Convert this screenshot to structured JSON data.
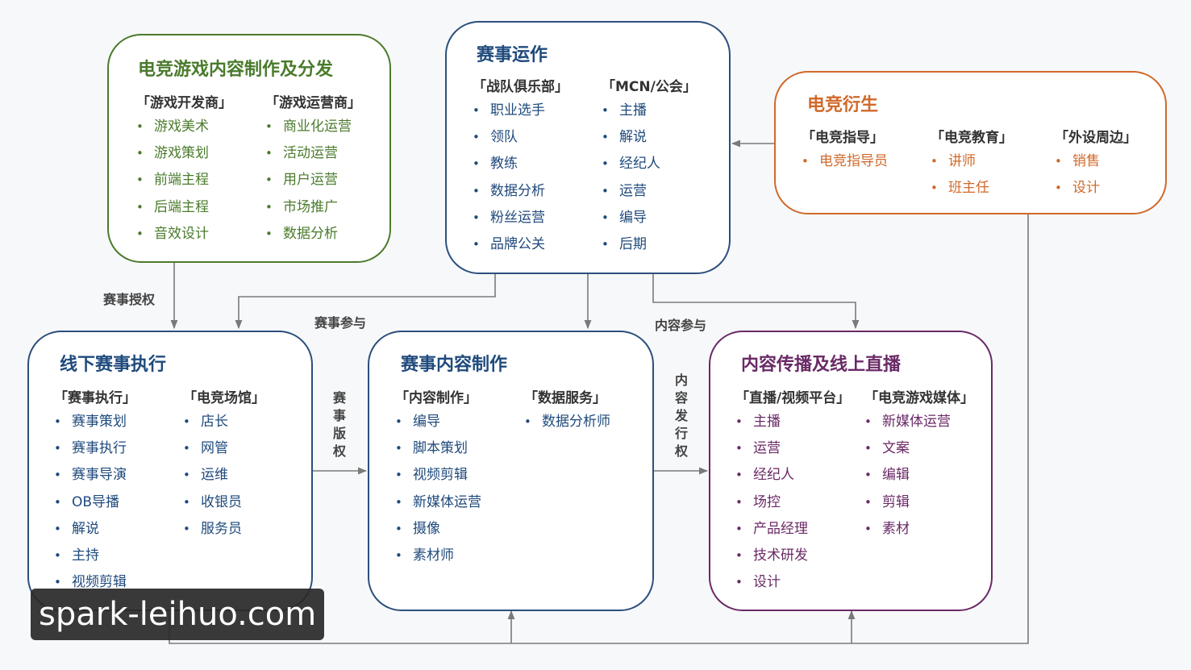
{
  "boxes": {
    "game": {
      "title": "电竞游戏内容制作及分发",
      "columns": [
        {
          "header": "「游戏开发商」",
          "items": [
            "游戏美术",
            "游戏策划",
            "前端主程",
            "后端主程",
            "音效设计"
          ]
        },
        {
          "header": "「游戏运营商」",
          "items": [
            "商业化运营",
            "活动运营",
            "用户运营",
            "市场推广",
            "数据分析"
          ]
        }
      ],
      "color": "#4a7b2c"
    },
    "ops": {
      "title": "赛事运作",
      "columns": [
        {
          "header": "「战队俱乐部」",
          "items": [
            "职业选手",
            "领队",
            "教练",
            "数据分析",
            "粉丝运营",
            "品牌公关"
          ]
        },
        {
          "header": "「MCN/公会」",
          "items": [
            "主播",
            "解说",
            "经纪人",
            "运营",
            "编导",
            "后期"
          ]
        }
      ],
      "color": "#1f4a7c"
    },
    "derivative": {
      "title": "电竞衍生",
      "columns": [
        {
          "header": "「电竞指导」",
          "items": [
            "电竞指导员"
          ]
        },
        {
          "header": "「电竞教育」",
          "items": [
            "讲师",
            "班主任"
          ]
        },
        {
          "header": "「外设周边」",
          "items": [
            "销售",
            "设计"
          ]
        }
      ],
      "color": "#d0692a"
    },
    "offline": {
      "title": "线下赛事执行",
      "columns": [
        {
          "header": "「赛事执行」",
          "items": [
            "赛事策划",
            "赛事执行",
            "赛事导演",
            "OB导播",
            "解说",
            "主持",
            "视频剪辑"
          ]
        },
        {
          "header": "「电竞场馆」",
          "items": [
            "店长",
            "网管",
            "运维",
            "收银员",
            "服务员"
          ]
        }
      ],
      "color": "#1f4a7c"
    },
    "content": {
      "title": "赛事内容制作",
      "columns": [
        {
          "header": "「内容制作」",
          "items": [
            "编导",
            "脚本策划",
            "视频剪辑",
            "新媒体运营",
            "摄像",
            "素材师"
          ]
        },
        {
          "header": "「数据服务」",
          "items": [
            "数据分析师"
          ]
        }
      ],
      "color": "#1f4a7c"
    },
    "broadcast": {
      "title": "内容传播及线上直播",
      "columns": [
        {
          "header": "「直播/视频平台」",
          "items": [
            "主播",
            "运营",
            "经纪人",
            "场控",
            "产品经理",
            "技术研发",
            "设计"
          ]
        },
        {
          "header": "「电竞游戏媒体」",
          "items": [
            "新媒体运营",
            "文案",
            "编辑",
            "剪辑",
            "素材"
          ]
        }
      ],
      "color": "#6a2a66"
    }
  },
  "edges": {
    "license": "赛事授权",
    "participation": "赛事参与",
    "content_participation": "内容参与",
    "copyright": "赛事版权",
    "distribution_right": "内容发行权"
  },
  "watermark": "spark-leihuo.com",
  "colors": {
    "line": "#7a7a7a",
    "box_border": "#2c4f7c",
    "label": "#444444"
  }
}
